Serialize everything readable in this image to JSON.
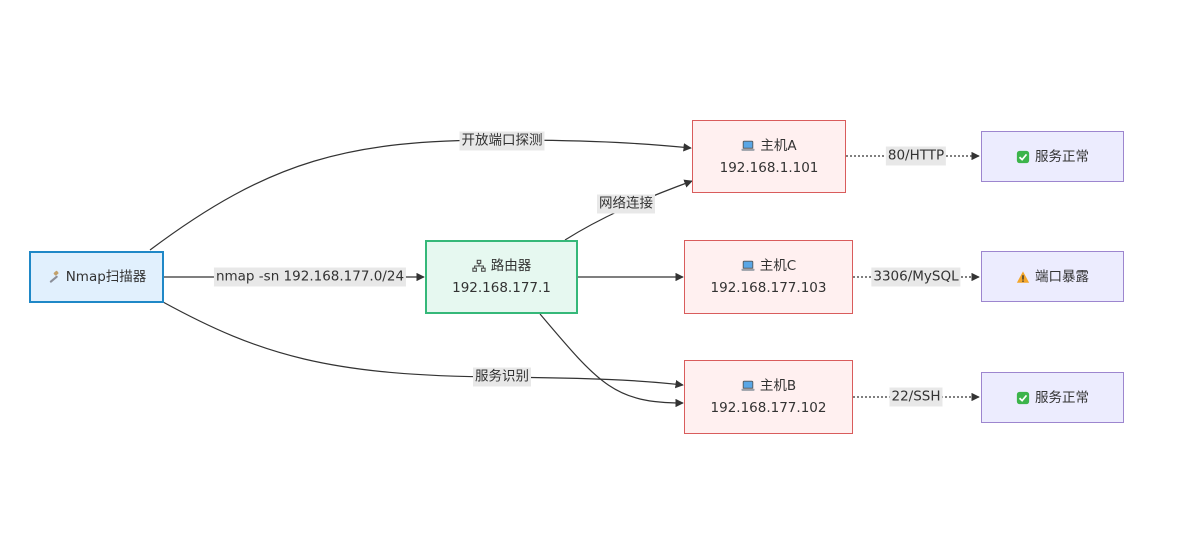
{
  "nodes": {
    "scanner": {
      "label": "Nmap扫描器",
      "icon": "hammer-wrench-icon"
    },
    "router": {
      "label": "路由器",
      "ip": "192.168.177.1",
      "icon": "network-icon"
    },
    "host_a": {
      "label": "主机A",
      "ip": "192.168.1.101",
      "icon": "laptop-icon"
    },
    "host_c": {
      "label": "主机C",
      "ip": "192.168.177.103",
      "icon": "laptop-icon"
    },
    "host_b": {
      "label": "主机B",
      "ip": "192.168.177.102",
      "icon": "laptop-icon"
    },
    "status_a": {
      "label": "服务正常",
      "icon": "check-mark-icon"
    },
    "status_c": {
      "label": "端口暴露",
      "icon": "warning-icon"
    },
    "status_b": {
      "label": "服务正常",
      "icon": "check-mark-icon"
    }
  },
  "edges": {
    "scan": "nmap -sn 192.168.177.0/24",
    "port_probe": "开放端口探测",
    "service_id": "服务识别",
    "net_conn": "网络连接",
    "a_status": "80/HTTP",
    "c_status": "3306/MySQL",
    "b_status": "22/SSH"
  },
  "colors": {
    "scanner_fill": "#e1f0fd",
    "scanner_border": "#1f88c7",
    "router_fill": "#e6f8f0",
    "router_border": "#35b879",
    "host_fill": "#fff0f0",
    "host_border": "#d95c5c",
    "status_fill": "#ececfe",
    "status_border": "#9d86cf",
    "edge": "#333333",
    "edge_label_bg": "#e8e8e8"
  }
}
